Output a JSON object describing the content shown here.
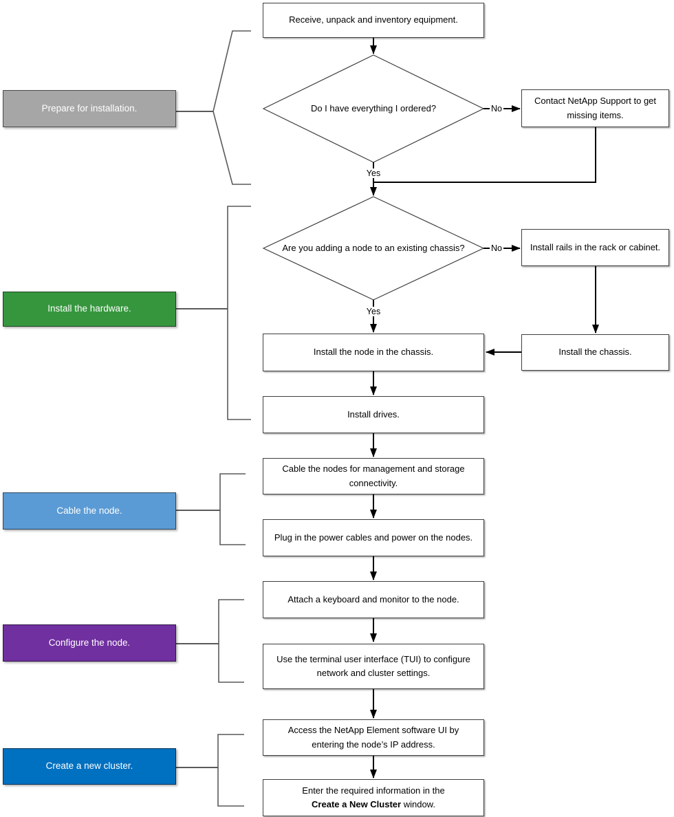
{
  "phases": [
    {
      "label": "Prepare for installation.",
      "color": "#a6a6a6"
    },
    {
      "label": "Install the hardware.",
      "color": "#36963e"
    },
    {
      "label": "Cable the node.",
      "color": "#5b9bd5"
    },
    {
      "label": "Configure the node.",
      "color": "#7030a0"
    },
    {
      "label": "Create a new cluster.",
      "color": "#0070c0"
    }
  ],
  "decisions": [
    {
      "question": "Do I have everything I ordered?",
      "yes_label": "Yes",
      "no_label": "No"
    },
    {
      "question": "Are you adding a node to an existing chassis?",
      "yes_label": "Yes",
      "no_label": "No"
    }
  ],
  "steps": {
    "receive": "Receive, unpack and inventory equipment.",
    "contact_support": "Contact NetApp Support to get missing items.",
    "install_rails": "Install rails in the rack or cabinet.",
    "install_chassis": "Install the chassis.",
    "install_node": "Install the node in the chassis.",
    "install_drives": "Install drives.",
    "cable_nodes": "Cable the nodes for management and storage connectivity.",
    "plug_power": "Plug in the power cables and power on the nodes.",
    "attach_keyboard": "Attach a keyboard and monitor to the node.",
    "use_tui": "Use the terminal user interface (TUI) to configure network and cluster settings.",
    "access_ui": "Access the NetApp Element software UI by entering the node’s IP address.",
    "enter_info_line1": "Enter the required information in the",
    "enter_info_bold": "Create a New Cluster",
    "enter_info_suffix": " window."
  },
  "colors": {
    "arrow": "#000000",
    "bracket": "#595959",
    "shape_border": "#3f3f3f"
  }
}
